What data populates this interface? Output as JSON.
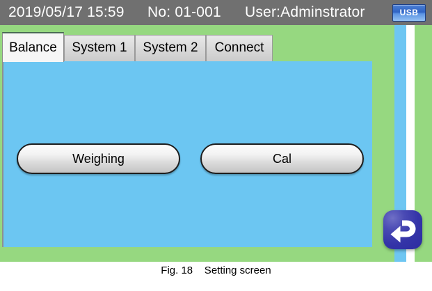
{
  "statusbar": {
    "datetime": "2019/05/17 15:59",
    "number": "No: 01-001",
    "user": "User:Adminstrator",
    "usb_label": "USB",
    "bg_color": "#707070",
    "text_color": "#ffffff"
  },
  "tabs": [
    {
      "label": "Balance",
      "active": true
    },
    {
      "label": "System 1",
      "active": false
    },
    {
      "label": "System 2",
      "active": false
    },
    {
      "label": "Connect",
      "active": false
    }
  ],
  "content": {
    "bg_color": "#6cc6f2",
    "buttons": [
      {
        "label": "Weighing"
      },
      {
        "label": "Cal"
      }
    ]
  },
  "rail": {
    "blue_color": "#6ec6f2",
    "white_color": "#ffffff"
  },
  "return_button": {
    "icon": "return-arrow-icon",
    "color": "#3434a8"
  },
  "chassis": {
    "color": "#96d880"
  },
  "caption": {
    "text": "Fig. 18    Setting screen"
  }
}
